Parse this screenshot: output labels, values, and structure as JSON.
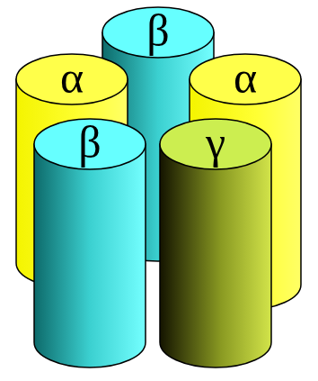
{
  "diagram": {
    "nodes": [
      {
        "text": [
          "β"
        ]
      },
      {
        "text": [
          "α"
        ]
      },
      {
        "text": [
          "α"
        ]
      },
      {
        "text": [
          "β"
        ]
      },
      {
        "text": [
          "γ"
        ]
      }
    ]
  }
}
